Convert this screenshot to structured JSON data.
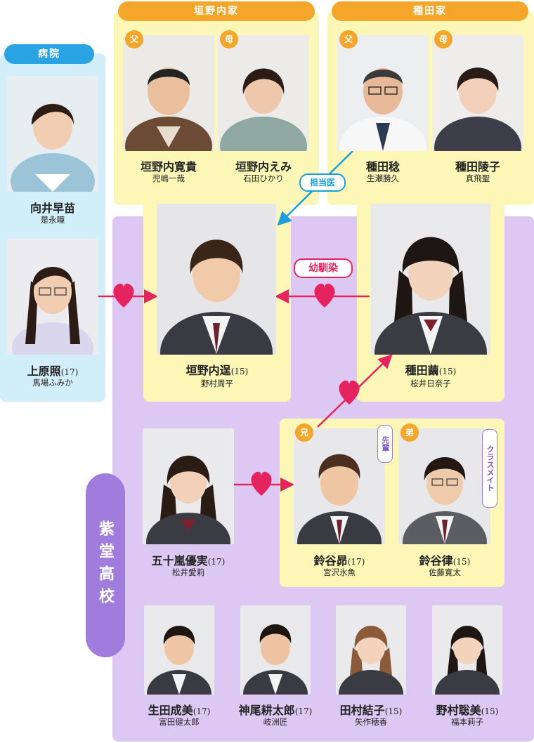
{
  "colors": {
    "hospital_bg": "#d2eef8",
    "school_bg": "#dcc8f2",
    "family_bg": "#fcf6b7",
    "family_pill": "#f4a62a",
    "hospital_pill": "#29a3e4",
    "school_pill": "#a07cdc",
    "love": "#e5245f",
    "doctor_arrow": "#1d9fdc"
  },
  "groups": {
    "hospital": "病院",
    "kakinouchi": "垣野内家",
    "taneda": "種田家",
    "school": "紫堂高校"
  },
  "labels": {
    "father": "父",
    "mother": "母",
    "older_brother": "兄",
    "younger_brother": "弟",
    "senior": "先輩",
    "classmate": "クラスメイト",
    "childhood_friend": "幼馴染",
    "attending_doctor": "担当医"
  },
  "people": {
    "sanae": {
      "name": "向井早苗",
      "age": "",
      "actor": "是永瞳"
    },
    "teru": {
      "name": "上原照",
      "age": "(17)",
      "actor": "馬場ふみか"
    },
    "hiroki": {
      "name": "垣野内寛貴",
      "age": "",
      "actor": "児嶋一哉"
    },
    "emi": {
      "name": "垣野内えみ",
      "age": "",
      "actor": "石田ひかり"
    },
    "minoru": {
      "name": "種田稔",
      "age": "",
      "actor": "生瀬勝久"
    },
    "ryoko": {
      "name": "種田陵子",
      "age": "",
      "actor": "真飛聖"
    },
    "tadashi": {
      "name": "垣野内逞",
      "age": "(15)",
      "actor": "野村周平"
    },
    "ran": {
      "name": "種田繭",
      "age": "(15)",
      "actor": "桜井日奈子"
    },
    "yumi": {
      "name": "五十嵐優実",
      "age": "(17)",
      "actor": "松井愛莉"
    },
    "subaru": {
      "name": "鈴谷昴",
      "age": "(17)",
      "actor": "宮沢氷魚"
    },
    "ritsu": {
      "name": "鈴谷律",
      "age": "(15)",
      "actor": "佐藤寛太"
    },
    "narumi": {
      "name": "生田成美",
      "age": "(17)",
      "actor": "富田健太郎"
    },
    "kotaro": {
      "name": "神尾耕太郎",
      "age": "(17)",
      "actor": "岐洲匠"
    },
    "yuiko": {
      "name": "田村結子",
      "age": "(15)",
      "actor": "矢作穂香"
    },
    "satomi": {
      "name": "野村聡美",
      "age": "(15)",
      "actor": "福本莉子"
    }
  }
}
